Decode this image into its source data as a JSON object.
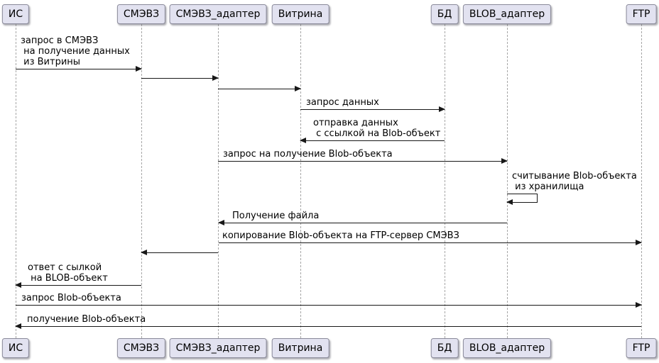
{
  "diagram": {
    "type": "uml-sequence",
    "participants": [
      {
        "id": "is",
        "label": "ИС"
      },
      {
        "id": "smev3",
        "label": "СМЭВЗ"
      },
      {
        "id": "smev3-adapter",
        "label": "СМЭВЗ_адаптер"
      },
      {
        "id": "vitrina",
        "label": "Витрина"
      },
      {
        "id": "db",
        "label": "БД"
      },
      {
        "id": "blob-adapter",
        "label": "BLOB_адаптер"
      },
      {
        "id": "ftp",
        "label": "FTP"
      }
    ],
    "messages": [
      {
        "n": 1,
        "from": "ИС",
        "to": "СМЭВЗ",
        "label": "запрос в СМЭВЗ\n на получение данных\n из Витрины"
      },
      {
        "n": 2,
        "from": "СМЭВЗ",
        "to": "СМЭВЗ_адаптер",
        "label": ""
      },
      {
        "n": 3,
        "from": "СМЭВЗ_адаптер",
        "to": "Витрина",
        "label": ""
      },
      {
        "n": 4,
        "from": "Витрина",
        "to": "БД",
        "label": "запрос данных"
      },
      {
        "n": 5,
        "from": "БД",
        "to": "Витрина",
        "label": "отправка данных\n с ссылкой на Blob-объект"
      },
      {
        "n": 6,
        "from": "СМЭВЗ_адаптер",
        "to": "BLOB_адаптер",
        "label": "запрос на получение Blob-объекта"
      },
      {
        "n": 7,
        "from": "BLOB_адаптер",
        "to": "BLOB_адаптер",
        "label": "считывание Blob-объекта\n из хранилища",
        "self": true
      },
      {
        "n": 8,
        "from": "BLOB_адаптер",
        "to": "СМЭВЗ_адаптер",
        "label": "Получение файла"
      },
      {
        "n": 9,
        "from": "СМЭВЗ_адаптер",
        "to": "FTP",
        "label": "копирование Blob-объекта на FTP-сервер СМЭВЗ"
      },
      {
        "n": 10,
        "from": "СМЭВЗ_адаптер",
        "to": "СМЭВЗ",
        "label": ""
      },
      {
        "n": 11,
        "from": "СМЭВЗ",
        "to": "ИС",
        "label": "ответ с сылкой\n на BLOB-объект"
      },
      {
        "n": 12,
        "from": "ИС",
        "to": "FTP",
        "label": "запрос Blob-объекта"
      },
      {
        "n": 13,
        "from": "FTP",
        "to": "ИС",
        "label": "получение Blob-объекта"
      }
    ],
    "colors": {
      "background": "#ffffff",
      "participant_fill": "#E2E2F0",
      "participant_border": "#8a8a9a",
      "lifeline": "#a6a6a6",
      "arrow": "#181818",
      "text": "#000000"
    }
  }
}
